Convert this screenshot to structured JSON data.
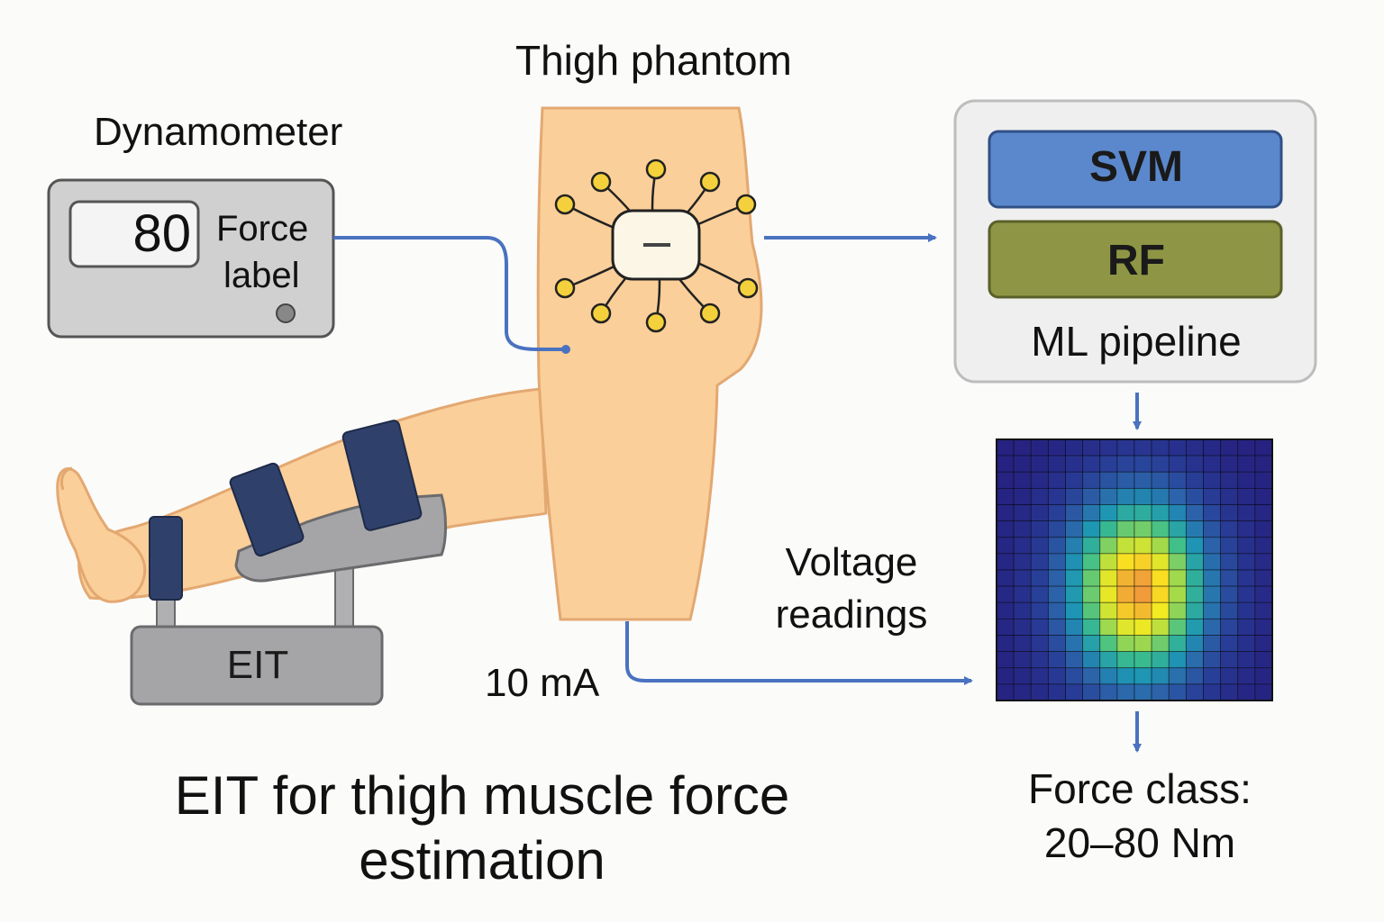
{
  "title": "EIT for thigh muscle force estimation",
  "thigh": {
    "label": "Thigh phantom"
  },
  "dynamometer": {
    "label": "Dynamometer",
    "value": "80",
    "force_text": "Force",
    "label_text": "label"
  },
  "pipeline": {
    "label": "ML pipeline",
    "models": [
      "SVM",
      "RF"
    ]
  },
  "eit_device": {
    "label": "EIT"
  },
  "signals": {
    "voltage": "Voltage readings",
    "current": "10 mA"
  },
  "output": {
    "label": "Force class: 20–80 Nm"
  },
  "colors": {
    "skin": "#fbcf99",
    "skin_outline": "#e3a871",
    "wire": "#4a72c0",
    "svm": "#5b88cc",
    "rf": "#8e9645",
    "electrode": "#f4d13c",
    "strap": "#2f416b",
    "device_gray": "#a5a5a7"
  },
  "heatmap": {
    "grid_size": 16,
    "colormap": "viridis-like"
  }
}
